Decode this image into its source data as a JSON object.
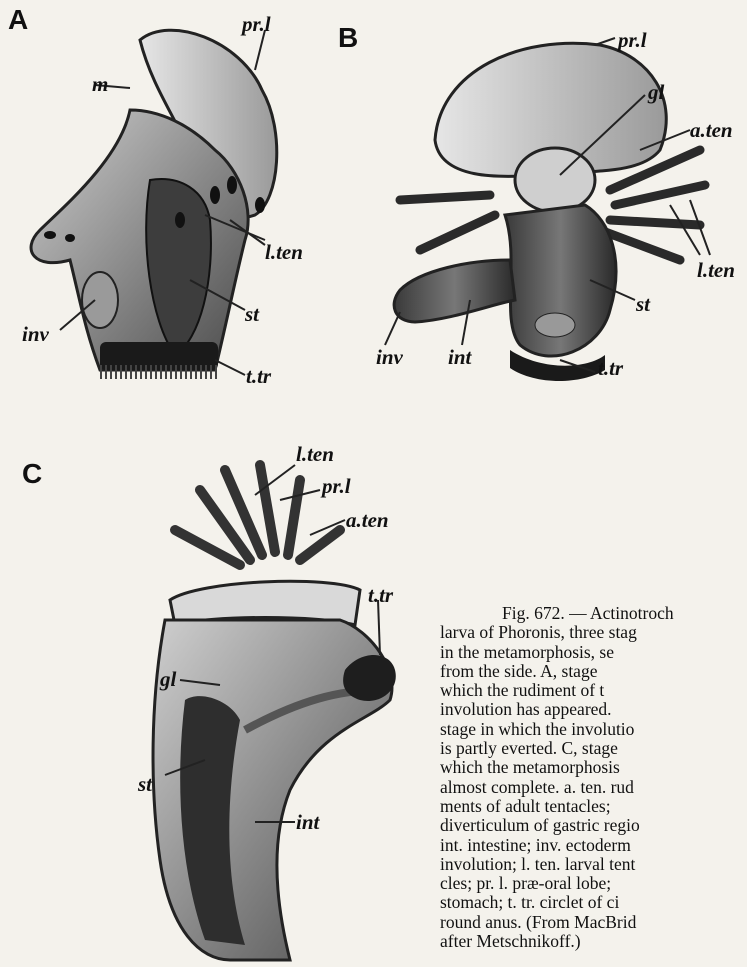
{
  "panels": {
    "a": {
      "letter": "A",
      "labels": {
        "prl": "pr.l",
        "m": "m",
        "lten": "l.ten",
        "st": "st",
        "inv": "inv",
        "ttr": "t.tr"
      }
    },
    "b": {
      "letter": "B",
      "labels": {
        "prl": "pr.l",
        "gl": "gl",
        "aten": "a.ten",
        "lten": "l.ten",
        "st": "st",
        "inv": "inv",
        "int": "int",
        "ttr": "t.tr"
      }
    },
    "c": {
      "letter": "C",
      "labels": {
        "lten": "l.ten",
        "prl": "pr.l",
        "aten": "a.ten",
        "ttr": "t.tr",
        "gl": "gl",
        "st": "st",
        "int": "int"
      }
    }
  },
  "caption": {
    "lines": [
      "Fig. 672. — Actinotroch",
      "larva of Phoronis, three stag",
      "in the metamorphosis, se",
      "from the side. A, stage",
      "which the rudiment of t",
      "involution has appeared.",
      "stage in which the involutio",
      "is partly everted. C, stage",
      "which the metamorphosis",
      "almost complete. a. ten. rud",
      "ments of adult tentacles;",
      "diverticulum of gastric regio",
      "int. intestine; inv. ectoderm",
      "involution; l. ten. larval tent",
      "cles; pr. l. præ-oral lobe;",
      "stomach; t. tr. circlet of ci",
      "round anus. (From MacBrid",
      "after Metschnikoff.)"
    ]
  },
  "colors": {
    "ink": "#111111",
    "paper": "#f4f2ec",
    "shade": "#8a8a8a"
  }
}
